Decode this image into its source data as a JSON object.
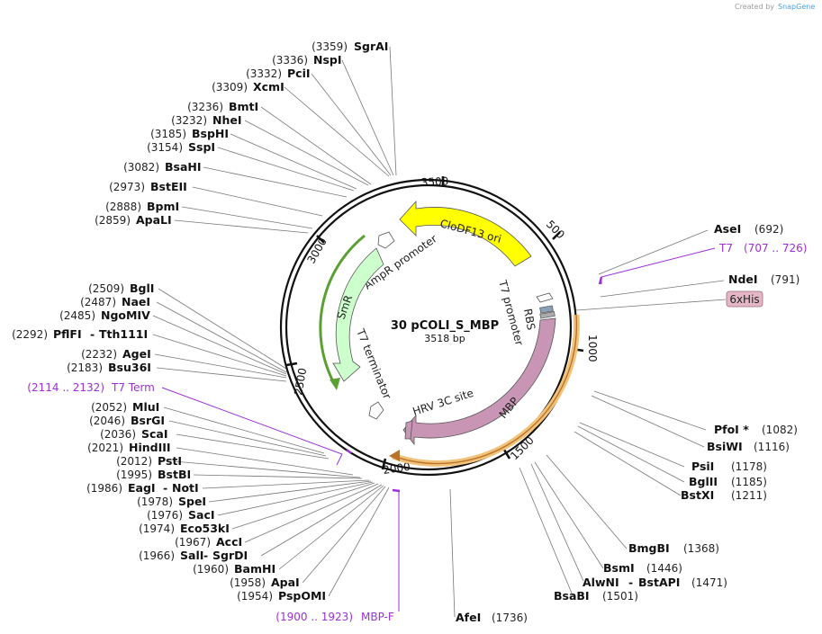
{
  "credit": {
    "prefix": "Created by",
    "brand": "SnapGene"
  },
  "plasmid": {
    "name": "30 pCOLI_S_MBP",
    "size": "3518 bp"
  },
  "ticks": [
    "500",
    "1000",
    "1500",
    "2000",
    "2500",
    "3000",
    "3500"
  ],
  "features": {
    "clodf13_ori": "CloDF13 ori",
    "ampr_promoter": "AmpR promoter",
    "smr": "SmR",
    "t7_terminator": "T7 terminator",
    "t7_promoter": "T7 promoter",
    "rbs": "RBS",
    "mbp": "MBP",
    "hrv_3c_site": "HRV 3C site",
    "his_tag": "6xHis"
  },
  "enzymes_left": [
    {
      "pos": "(3359)",
      "name": "SgrAI"
    },
    {
      "pos": "(3336)",
      "name": "NspI"
    },
    {
      "pos": "(3332)",
      "name": "PciI"
    },
    {
      "pos": "(3309)",
      "name": "XcmI"
    },
    {
      "pos": "(3236)",
      "name": "BmtI"
    },
    {
      "pos": "(3232)",
      "name": "NheI"
    },
    {
      "pos": "(3185)",
      "name": "BspHI"
    },
    {
      "pos": "(3154)",
      "name": "SspI"
    },
    {
      "pos": "(3082)",
      "name": "BsaHI"
    },
    {
      "pos": "(2973)",
      "name": "BstEII"
    },
    {
      "pos": "(2888)",
      "name": "BpmI"
    },
    {
      "pos": "(2859)",
      "name": "ApaLI"
    },
    {
      "pos": "(2509)",
      "name": "BglI"
    },
    {
      "pos": "(2487)",
      "name": "NaeI"
    },
    {
      "pos": "(2485)",
      "name": "NgoMIV"
    },
    {
      "pos": "(2292)",
      "name": "PflFI",
      "name2": "Tth111I"
    },
    {
      "pos": "(2232)",
      "name": "AgeI"
    },
    {
      "pos": "(2183)",
      "name": "Bsu36I"
    },
    {
      "pos": "(2052)",
      "name": "MluI"
    },
    {
      "pos": "(2046)",
      "name": "BsrGI"
    },
    {
      "pos": "(2036)",
      "name": "ScaI"
    },
    {
      "pos": "(2021)",
      "name": "HindIII"
    },
    {
      "pos": "(2012)",
      "name": "PstI"
    },
    {
      "pos": "(1995)",
      "name": "BstBI"
    },
    {
      "pos": "(1986)",
      "name": "EagI",
      "name2": "NotI"
    },
    {
      "pos": "(1978)",
      "name": "SpeI"
    },
    {
      "pos": "(1976)",
      "name": "SacI"
    },
    {
      "pos": "(1974)",
      "name": "Eco53kI"
    },
    {
      "pos": "(1967)",
      "name": "AccI"
    },
    {
      "pos": "(1966)",
      "name": "SalI",
      "name2": "SgrDI"
    },
    {
      "pos": "(1960)",
      "name": "BamHI"
    },
    {
      "pos": "(1958)",
      "name": "ApaI"
    },
    {
      "pos": "(1954)",
      "name": "PspOMI"
    }
  ],
  "enzymes_right": [
    {
      "name": "AseI",
      "pos": "(692)"
    },
    {
      "name": "NdeI",
      "pos": "(791)"
    },
    {
      "name": "PfoI *",
      "pos": "(1082)"
    },
    {
      "name": "BsiWI",
      "pos": "(1116)"
    },
    {
      "name": "PsiI",
      "pos": "(1178)"
    },
    {
      "name": "BglII",
      "pos": "(1185)"
    },
    {
      "name": "BstXI",
      "pos": "(1211)"
    },
    {
      "name": "BmgBI",
      "pos": "(1368)"
    },
    {
      "name": "BsmI",
      "pos": "(1446)"
    },
    {
      "name": "AlwNI",
      "name2": "BstAPI",
      "pos": "(1471)"
    },
    {
      "name": "BsaBI",
      "pos": "(1501)"
    },
    {
      "name": "AfeI",
      "pos": "(1736)"
    }
  ],
  "primers": [
    {
      "range": "(707 .. 726)",
      "name": "T7"
    },
    {
      "range": "(2114 .. 2132)",
      "name": "T7 Term"
    },
    {
      "range": "(1900 .. 1923)",
      "name": "MBP-F"
    }
  ],
  "colors": {
    "clodf13_ori": "#ffff00",
    "smr": "#ccffcc",
    "mbp": "#c896b4",
    "primer": "#9b30d9",
    "his_tag": "#e4b6c6"
  }
}
